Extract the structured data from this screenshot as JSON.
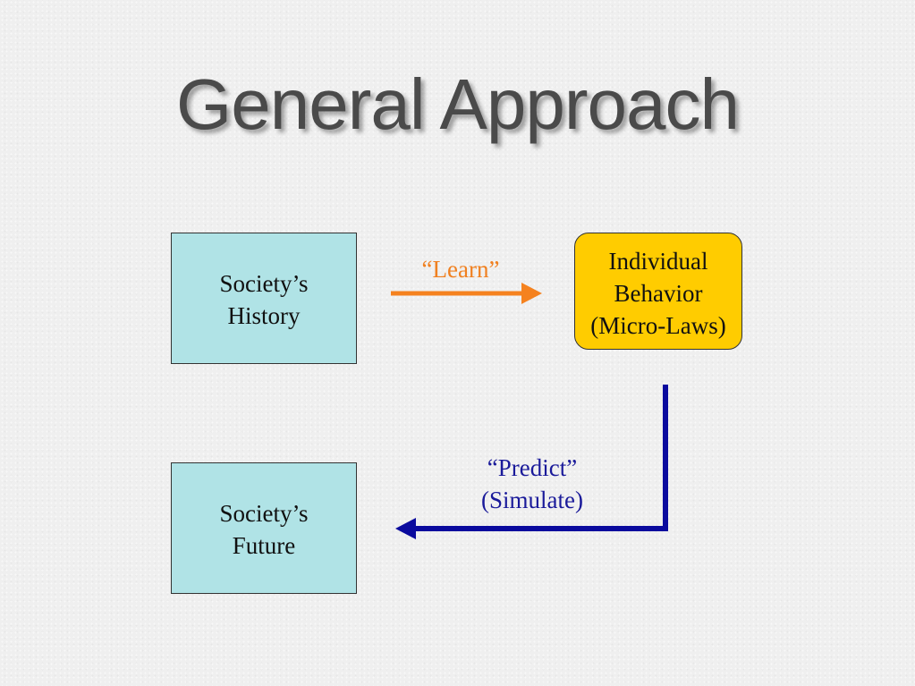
{
  "slide": {
    "title": "General Approach"
  },
  "diagram": {
    "history_box": {
      "line1": "Society’s",
      "line2": "History"
    },
    "future_box": {
      "line1": "Society’s",
      "line2": "Future"
    },
    "behavior_box": {
      "line1": "Individual",
      "line2": "Behavior",
      "line3": "(Micro-Laws)"
    },
    "learn_arrow": {
      "label": "“Learn”",
      "color": "#f5821f"
    },
    "predict_arrow": {
      "line1": "“Predict”",
      "line2": "(Simulate)",
      "color": "#0b0b9e"
    }
  },
  "colors": {
    "teal_box_fill": "#b0e3e6",
    "behavior_box_fill": "#ffcc00",
    "title_text": "#4a4a4a"
  }
}
